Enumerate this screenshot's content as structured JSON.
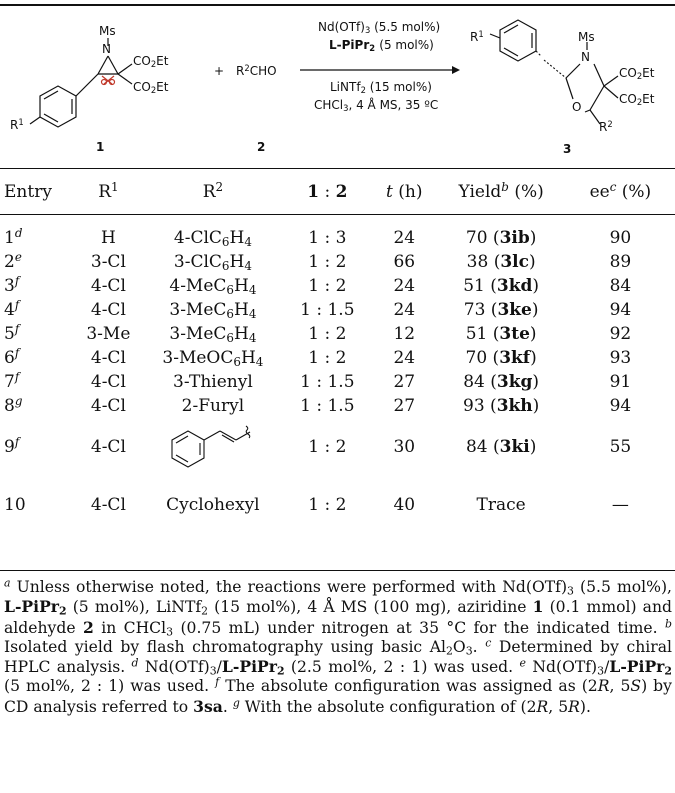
{
  "scheme": {
    "reactant1": {
      "ms": "Ms",
      "n": "N",
      "co2et_top": "CO2Et",
      "co2et_bot": "CO2Et",
      "r1": "R1",
      "label": "1"
    },
    "plus": "+",
    "reactant2": {
      "text": "R2CHO",
      "label": "2"
    },
    "conditions": {
      "line1": "Nd(OTf)3 (5.5 mol%)",
      "line2": "L-PiPr2 (5 mol%)",
      "line3": "LiNTf2 (15 mol%)",
      "line4": "CHCl3, 4 Å MS, 35 ºC"
    },
    "product": {
      "r1": "R1",
      "ms": "Ms",
      "n": "N",
      "o": "O",
      "co2et_top": "CO2Et",
      "co2et_bot": "CO2Et",
      "r2": "R2",
      "label": "3"
    }
  },
  "table": {
    "headers": [
      "Entry",
      "R1",
      "R2",
      "1 : 2",
      "t (h)",
      "Yieldb (%)",
      "eec (%)"
    ],
    "rows": [
      {
        "entry": "1",
        "entry_sup": "d",
        "r1": "H",
        "r2": "4-ClC6H4",
        "ratio": "1 : 3",
        "t": "24",
        "yield": "70",
        "cmpd": "3ib",
        "ee": "90"
      },
      {
        "entry": "2",
        "entry_sup": "e",
        "r1": "3-Cl",
        "r2": "3-ClC6H4",
        "ratio": "1 : 2",
        "t": "66",
        "yield": "38",
        "cmpd": "3lc",
        "ee": "89"
      },
      {
        "entry": "3",
        "entry_sup": "f",
        "r1": "4-Cl",
        "r2": "4-MeC6H4",
        "ratio": "1 : 2",
        "t": "24",
        "yield": "51",
        "cmpd": "3kd",
        "ee": "84"
      },
      {
        "entry": "4",
        "entry_sup": "f",
        "r1": "4-Cl",
        "r2": "3-MeC6H4",
        "ratio": "1 : 1.5",
        "t": "24",
        "yield": "73",
        "cmpd": "3ke",
        "ee": "94"
      },
      {
        "entry": "5",
        "entry_sup": "f",
        "r1": "3-Me",
        "r2": "3-MeC6H4",
        "ratio": "1 : 2",
        "t": "12",
        "yield": "51",
        "cmpd": "3te",
        "ee": "92"
      },
      {
        "entry": "6",
        "entry_sup": "f",
        "r1": "4-Cl",
        "r2": "3-MeOC6H4",
        "ratio": "1 : 2",
        "t": "24",
        "yield": "70",
        "cmpd": "3kf",
        "ee": "93"
      },
      {
        "entry": "7",
        "entry_sup": "f",
        "r1": "4-Cl",
        "r2": "3-Thienyl",
        "ratio": "1 : 1.5",
        "t": "27",
        "yield": "84",
        "cmpd": "3kg",
        "ee": "91"
      },
      {
        "entry": "8",
        "entry_sup": "g",
        "r1": "4-Cl",
        "r2": "2-Furyl",
        "ratio": "1 : 1.5",
        "t": "27",
        "yield": "93",
        "cmpd": "3kh",
        "ee": "94"
      },
      {
        "entry": "9",
        "entry_sup": "f",
        "r1": "4-Cl",
        "r2": "",
        "ratio": "1 : 2",
        "t": "30",
        "yield": "84",
        "cmpd": "3ki",
        "ee": "55"
      },
      {
        "entry": "10",
        "entry_sup": "",
        "r1": "4-Cl",
        "r2": "Cyclohexyl",
        "ratio": "1 : 2",
        "t": "40",
        "yield": "Trace",
        "cmpd": "",
        "ee": "—"
      }
    ]
  },
  "footnotes": {
    "a": "Unless otherwise noted, the reactions were performed with Nd(OTf)3 (5.5 mol%), L-PiPr2 (5 mol%), LiNTf2 (15 mol%), 4 Å MS (100 mg), aziridine 1 (0.1 mmol) and aldehyde 2 in CHCl3 (0.75 mL) under nitrogen at 35 °C for the indicated time.",
    "b": "Isolated yield by flash chromatography using basic Al2O3.",
    "c": "Determined by chiral HPLC analysis.",
    "d": "Nd(OTf)3/L-PiPr2 (2.5 mol%, 2 : 1) was used.",
    "e": "Nd(OTf)3/L-PiPr2 (5 mol%, 2 : 1) was used.",
    "f": "The absolute configuration was assigned as (2R, 5S) by CD analysis referred to 3sa.",
    "g": "With the absolute configuration of (2R, 5R)."
  }
}
